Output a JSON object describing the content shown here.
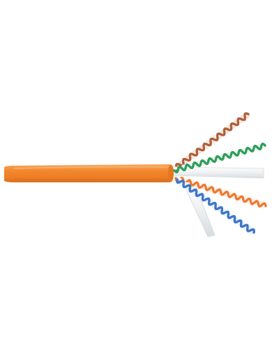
{
  "image": {
    "subject": "cable-with-twisted-pairs",
    "background_color": "#ffffff"
  },
  "cable": {
    "jacket_color": "#f2882f",
    "jacket_shadow_color": "#d9701c",
    "jacket_highlight_color": "#f7a85e"
  },
  "pairs": [
    {
      "name": "brown-pair",
      "color": "#b0603a",
      "stripe_color": "#f1e6df"
    },
    {
      "name": "green-pair",
      "color": "#2f9e5a",
      "stripe_color": "#eef6f0"
    },
    {
      "name": "white-separator",
      "color": "#eef0f2",
      "stripe_color": "#dfe3e6"
    },
    {
      "name": "orange-pair",
      "color": "#ee7a32",
      "stripe_color": "#fbefe7"
    },
    {
      "name": "blue-pair",
      "color": "#3f76c8",
      "stripe_color": "#edf2fb"
    }
  ]
}
